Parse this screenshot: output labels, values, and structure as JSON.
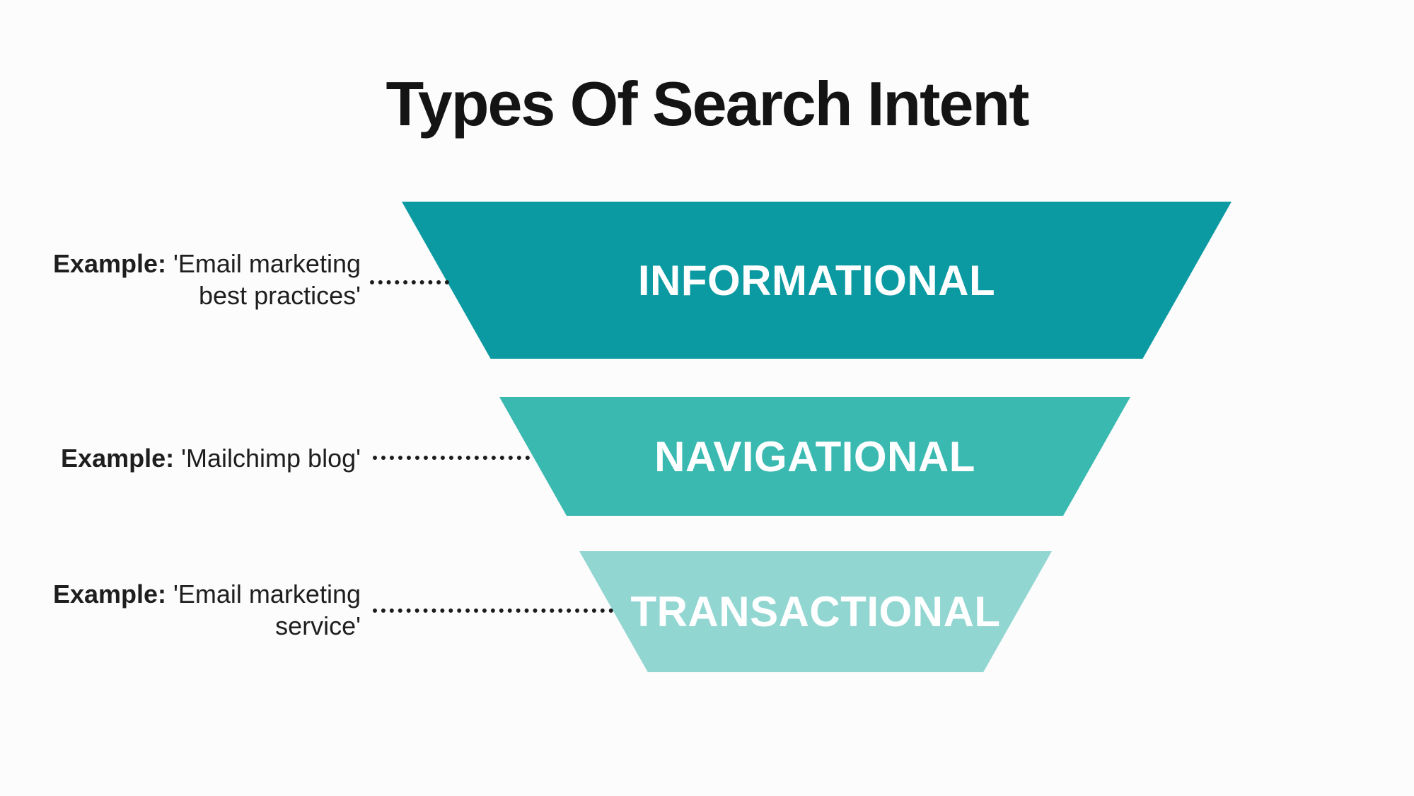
{
  "title": "Types Of Search Intent",
  "funnel": {
    "segments": [
      {
        "label": "INFORMATIONAL",
        "color": "#0c9aa2",
        "example_prefix": "Example:",
        "example_suffix": "'Email marketing best practices'"
      },
      {
        "label": "NAVIGATIONAL",
        "color": "#3ab9b1",
        "example_prefix": "Example:",
        "example_suffix": "'Mailchimp blog'"
      },
      {
        "label": "TRANSACTIONAL",
        "color": "#92d6d2",
        "example_prefix": "Example:",
        "example_suffix": "'Email marketing service'"
      }
    ]
  },
  "colors": {
    "background": "#fcfcfc",
    "title_text": "#141414",
    "label_text": "#ffffff",
    "connector_dots": "#1c1c1c"
  }
}
